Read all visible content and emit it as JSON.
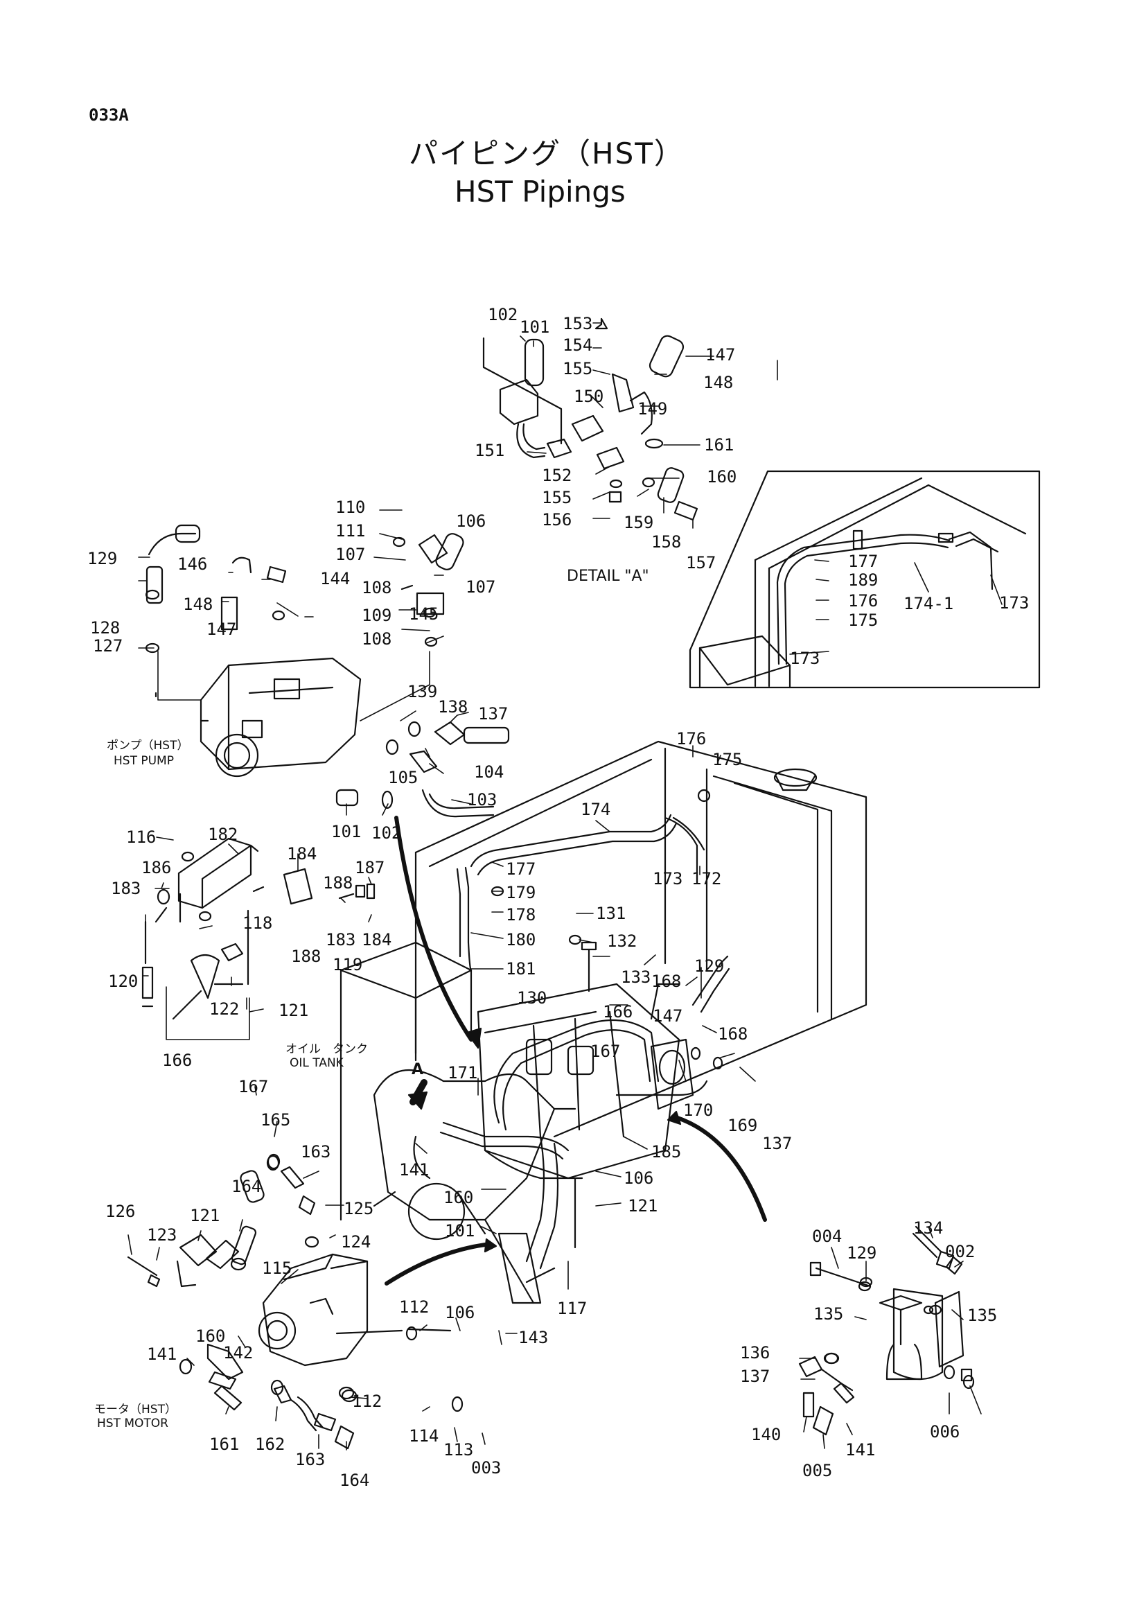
{
  "page_code": "033A",
  "title": {
    "jp": "パイピング（HST）",
    "en": "HST Pipings"
  },
  "captions": {
    "detail_a": "DETAIL \"A\"",
    "hst_pump_jp": "ポンプ（HST）",
    "hst_pump_en": "HST PUMP",
    "oil_tank_jp": "オイル　タンク",
    "oil_tank_en": "OIL TANK",
    "hst_motor_jp": "モータ（HST）",
    "hst_motor_en": "HST MOTOR",
    "arrow_a": "A"
  },
  "part_labels": [
    "102",
    "101",
    "153",
    "147",
    "154",
    "155",
    "148",
    "150",
    "149",
    "151",
    "161",
    "152",
    "160",
    "155",
    "156",
    "159",
    "158",
    "157",
    "110",
    "106",
    "111",
    "107",
    "107",
    "108",
    "109",
    "145",
    "108",
    "129",
    "146",
    "144",
    "148",
    "128",
    "147",
    "127",
    "177",
    "189",
    "176",
    "175",
    "174-1",
    "173",
    "173",
    "139",
    "138",
    "137",
    "104",
    "105",
    "101",
    "102",
    "103",
    "176",
    "175",
    "174",
    "177",
    "179",
    "178",
    "173",
    "172",
    "131",
    "132",
    "180",
    "133",
    "181",
    "168",
    "167",
    "129",
    "130",
    "166",
    "168",
    "147",
    "171",
    "170",
    "169",
    "137",
    "185",
    "106",
    "121",
    "160",
    "101",
    "141",
    "117",
    "116",
    "182",
    "184",
    "187",
    "186",
    "183",
    "188",
    "184",
    "183",
    "188",
    "119",
    "118",
    "120",
    "122",
    "121",
    "166",
    "167",
    "165",
    "163",
    "125",
    "126",
    "123",
    "121",
    "164",
    "124",
    "115",
    "112",
    "106",
    "143",
    "160",
    "142",
    "141",
    "161",
    "162",
    "163",
    "164",
    "112",
    "114",
    "113",
    "003",
    "004",
    "129",
    "134",
    "002",
    "135",
    "135",
    "136",
    "137",
    "140",
    "141",
    "005",
    "006"
  ]
}
